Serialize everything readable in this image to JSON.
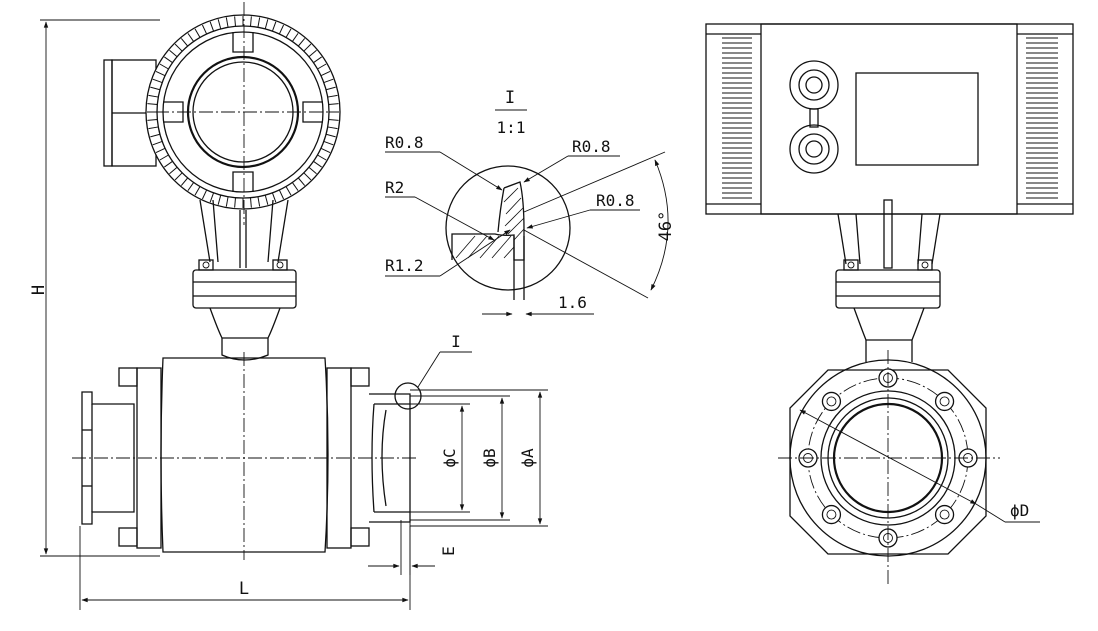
{
  "labels": {
    "detail_id": "I",
    "detail_scale": "1:1",
    "r08_a": "R0.8",
    "r08_b": "R0.8",
    "r08_c": "R0.8",
    "r2": "R2",
    "r12": "R1.2",
    "angle": "46°",
    "thickness": "1.6",
    "detail_callout": "I",
    "dim_h": "H",
    "dim_l": "L",
    "dim_e": "E",
    "dim_c": "ϕC",
    "dim_b": "ϕB",
    "dim_a": "ϕA",
    "dim_d": "ϕD"
  },
  "display": {
    "screen": "LCD display",
    "button_top": "button",
    "button_bottom": "button"
  }
}
